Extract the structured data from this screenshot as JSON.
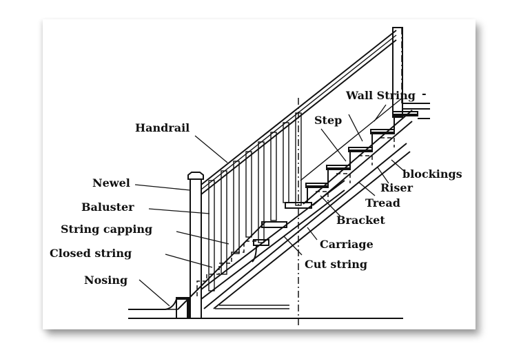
{
  "diagram": {
    "labels": {
      "wall_string": "Wall String",
      "step": "Step",
      "handrail": "Handrail",
      "blockings": "blockings",
      "newel": "Newel",
      "riser": "Riser",
      "tread": "Tread",
      "baluster": "Baluster",
      "bracket": "Bracket",
      "string_capping": "String capping",
      "carriage": "Carriage",
      "closed_string": "Closed string",
      "cut_string": "Cut string",
      "nosing": "Nosing"
    }
  }
}
